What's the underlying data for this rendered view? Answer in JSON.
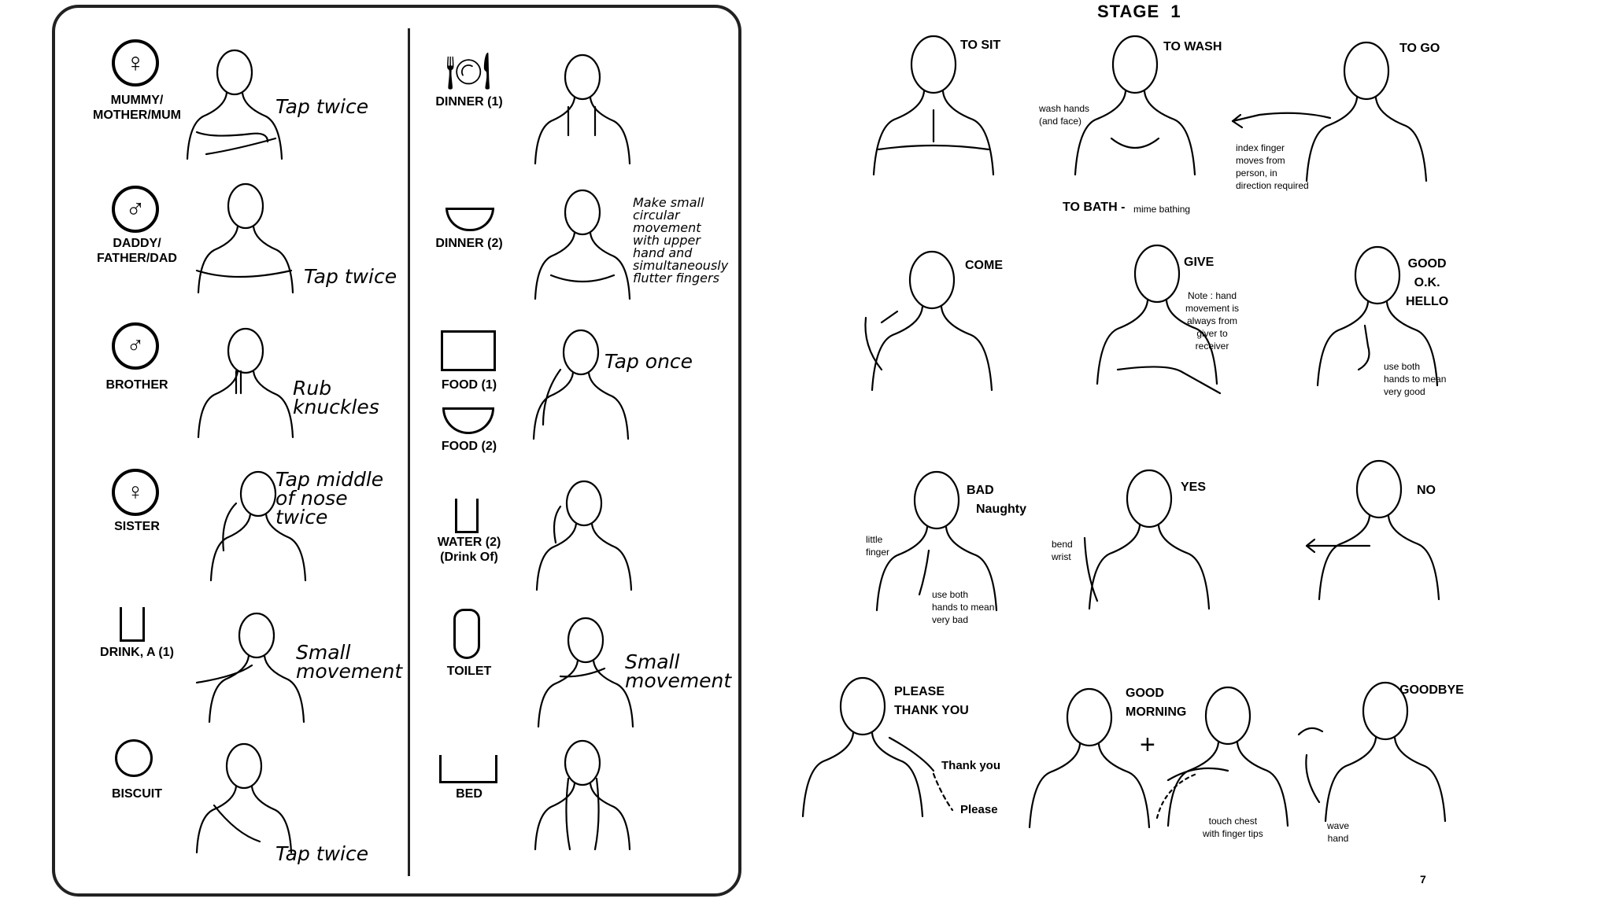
{
  "left_chart": {
    "col1": [
      {
        "symbol_label": "MUMMY/\nMOTHER/MUM",
        "instruction": "Tap twice"
      },
      {
        "symbol_label": "DADDY/\nFATHER/DAD",
        "instruction": "Tap twice"
      },
      {
        "symbol_label": "BROTHER",
        "instruction": "Rub\nknuckles"
      },
      {
        "symbol_label": "SISTER",
        "instruction": "Tap middle\nof nose\ntwice"
      },
      {
        "symbol_label": "DRINK, A (1)",
        "instruction": "Small\nmovement"
      },
      {
        "symbol_label": "BISCUIT",
        "instruction": "Tap twice"
      }
    ],
    "col2": [
      {
        "symbol_label": "DINNER (1)",
        "instruction": ""
      },
      {
        "symbol_label": "DINNER (2)",
        "instruction": "Make small\ncircular\nmovement\nwith upper\nhand and\nsimultaneously\nflutter fingers"
      },
      {
        "symbol_label": "FOOD (1)",
        "instruction": "Tap once"
      },
      {
        "symbol_label": "FOOD (2)",
        "instruction": ""
      },
      {
        "symbol_label": "WATER (2)\n(Drink Of)",
        "instruction": ""
      },
      {
        "symbol_label": "TOILET",
        "instruction": "Small\nmovement"
      },
      {
        "symbol_label": "BED",
        "instruction": ""
      }
    ]
  },
  "right_page": {
    "title": "STAGE  1",
    "page_number": "7",
    "signs": {
      "to_sit": "TO SIT",
      "to_wash": "TO WASH",
      "wash_note": "wash hands\n(and face)",
      "to_bath": "TO BATH -",
      "to_bath_note": "mime bathing",
      "to_go": "TO GO",
      "to_go_note": "index finger\nmoves from\nperson, in\ndirection required",
      "come": "COME",
      "give": "GIVE",
      "give_note": "Note : hand\nmovement is\nalways from\ngiver to\nreceiver",
      "good": "GOOD\nO.K.\nHELLO",
      "good_note": "use both\nhands to mean\nvery good",
      "bad": "BAD",
      "naughty": "Naughty",
      "bad_note1": "little\nfinger",
      "bad_note2": "use both\nhands to mean\nvery bad",
      "yes": "YES",
      "yes_note": "bend\nwrist",
      "no": "NO",
      "please": "PLEASE\nTHANK YOU",
      "thank_you": "Thank you",
      "please_small": "Please",
      "good_morning": "GOOD\nMORNING",
      "plus": "+",
      "touch_chest": "touch chest\nwith finger tips",
      "goodbye": "GOODBYE",
      "wave_hand": "wave\nhand"
    }
  }
}
